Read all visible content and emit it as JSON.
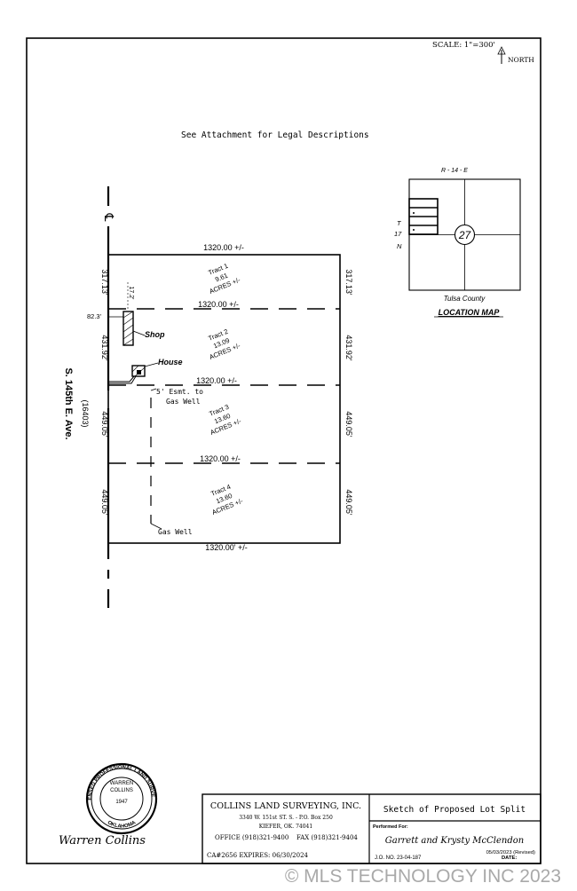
{
  "header": {
    "scale": "SCALE: 1\"=300'",
    "north": "NORTH"
  },
  "legal_note": "See Attachment for Legal Descriptions",
  "location_map": {
    "range": "R - 14 - E",
    "township_t": "T",
    "township_num": "17",
    "township_n": "N",
    "section": "27",
    "county": "Tulsa County",
    "title": "LOCATION MAP"
  },
  "road": {
    "name": "S. 145th E. Ave.",
    "number": "(16403)",
    "centerline": "℄"
  },
  "plat": {
    "north_len": "1320.00 +/-",
    "south_len": "1320.00' +/-",
    "interior_lens": [
      "1320.00 +/-",
      "1320.00 +/-",
      "1320.00 +/-"
    ],
    "depths": [
      "317.13'",
      "431.92'",
      "449.05'",
      "449.05'"
    ],
    "tracts": [
      {
        "name": "Tract 1",
        "acres": "9.61",
        "unit": "ACRES +/-"
      },
      {
        "name": "Tract 2",
        "acres": "13.09",
        "unit": "ACRES +/-"
      },
      {
        "name": "Tract 3",
        "acres": "13.60",
        "unit": "ACRES +/-"
      },
      {
        "name": "Tract 4",
        "acres": "13.60",
        "unit": "ACRES +/-"
      }
    ],
    "shop": "Shop",
    "house": "House",
    "dim_82": "82.3'",
    "dim_17": "17.2'",
    "easement_line1": "5' Esmt. to",
    "easement_line2": "Gas Well",
    "gas_well": "Gas Well"
  },
  "seal": {
    "ring_top": "LICENSED PROFESSIONAL LAND SURVEYOR",
    "ring_bottom": "OKLAHOMA",
    "name1": "WARREN",
    "name2": "COLLINS",
    "number": "1947",
    "signature": "Warren Collins"
  },
  "title_block": {
    "company": "COLLINS LAND SURVEYING, INC.",
    "address1": "3340 W. 151st ST. S. - P.O. Box 250",
    "address2": "KIEFER, OK. 74041",
    "office": "OFFICE (918)321-9400",
    "fax": "FAX (918)321-9404",
    "ca": "CA#2656 EXPIRES: 06/30/2024",
    "sketch": "Sketch of Proposed Lot Split",
    "performed_for": "Performed For:",
    "client": "Garrett and Krysty McClendon",
    "job_no": "J.O. NO. 23-04-187",
    "date_value": "05/03/2023 (Revised)",
    "date_label": "DATE:"
  },
  "watermark": "© MLS TECHNOLOGY INC 2023"
}
